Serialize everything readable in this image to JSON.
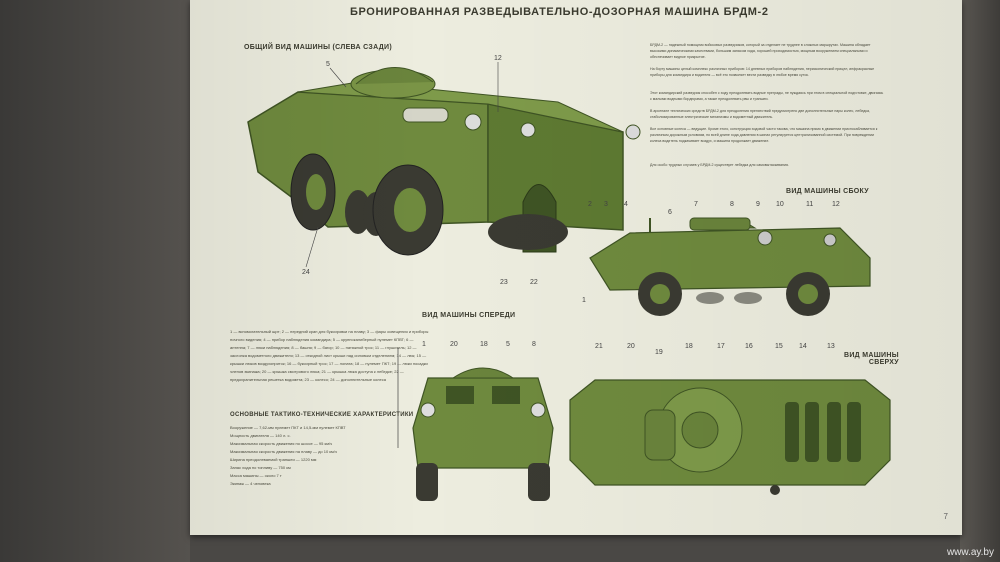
{
  "poster": {
    "title": "БРОНИРОВАННАЯ РАЗВЕДЫВАТЕЛЬНО-ДОЗОРНАЯ МАШИНА БРДМ-2",
    "page_number": "7"
  },
  "sections": {
    "general_view": "ОБЩИЙ ВИД МАШИНЫ (СЛЕВА СЗАДИ)",
    "side_view": "ВИД МАШИНЫ СБОКУ",
    "front_view": "ВИД МАШИНЫ СПЕРЕДИ",
    "top_view_line1": "ВИД МАШИНЫ",
    "top_view_line2": "СВЕРХУ",
    "specs_title": "ОСНОВНЫЕ ТАКТИКО-ТЕХНИЧЕСКИЕ ХАРАКТЕРИСТИКИ"
  },
  "description": {
    "p1": "БРДМ-2 — надежный помощник войсковых разведчиков, который за отделает не труднее в сложных маршрутах. Машина обладает высокими динамическими качествами, большим запасом хода, хорошей проходимостью, мощным вооружением специальными и обеспечивает видное прикрытие.",
    "p2": "На борту машины целый комплекс различных приборов: 14 дневных приборов наблюдения, перископический прицел, инфракрасные приборы для командира и водителя — всё это позволяет вести разведку в любое время суток.",
    "p3": "Этот командирский разведчик способен с ходу преодолевать водные преграды, не нуждаясь при этом в специальной подготовке, двигаясь с малыми водными бордюрами, а также преодолевать рвы и траншеи.",
    "p4": "В арсенале технических средств БРДМ-2 для преодоления препятствий предусмотрено две дополнительные пары колес, лебедка, стабилизированные электрические механизмы и водометный движитель.",
    "p5": "Все основные колеса — ведущие. Кроме этого, конструкция ходовой части такова, что машина прямо в движении приспосабливается к различным дорожным условиям, по всей длине хода давления в шинах регулируется централизованной системой. При повреждении колеса водитель подкачивает воздух, и машина продолжает движение.",
    "p6": "Для особо трудных случаев у БРДМ-2 существует лебедка для самовытаскивания."
  },
  "legend_text": "1 — вспомогательный щит; 2 — передний кран для буксировки на плаву; 3 — фары освещения и приборы ночного видения; 4 — прибор наблюдения командира; 5 — крупнокалиберный пулемет КПВТ; 6 — антенна; 7 — люки наблюдения; 8 — башня; 9 — багор; 10 — натяжной трос; 11 — глушитель; 12 — заслонка водометного движителя; 13 — откидной лист крыши над силовым отделением; 14 — люк; 15 — крышки люков воздухоприток; 16 — буксирный трос; 17 — лопата; 18 — пулемет ПКТ; 19 — люки посадки членов экипажа; 20 — крышка смотрового люка; 21 — крышка люка доступа к лебедке; 22 — предохранительная решетка водомета; 23 — колесо; 24 — дополнительные колеса",
  "specs": [
    "Вооружение — 7,62-мм пулемет ПКТ и 14,5-мм пулемет КПВТ",
    "Мощность двигателя — 140 л. с.",
    "Максимальная скорость движения по шоссе — 95 км/ч",
    "Максимальная скорость движения на плаву — до 10 км/ч",
    "Ширина преодолеваемой траншеи — 1220 мм",
    "Запас хода по топливу — 750 км",
    "Масса машины — около 7 т",
    "Экипаж — 4 человека"
  ],
  "callouts": {
    "main": [
      "5",
      "12",
      "24",
      "23",
      "22"
    ],
    "side": [
      "2",
      "3",
      "4",
      "6",
      "7",
      "8",
      "9",
      "10",
      "11",
      "12",
      "1"
    ],
    "front": [
      "1",
      "20",
      "18",
      "5",
      "8"
    ],
    "top": [
      "21",
      "20",
      "19",
      "18",
      "17",
      "16",
      "15",
      "14",
      "13"
    ]
  },
  "watermark": "www.ay.by",
  "colors": {
    "paper": "#ededdf",
    "vehicle_green": "#6f8a3e",
    "vehicle_dark": "#3f5424",
    "ink": "#3b3b2f"
  }
}
